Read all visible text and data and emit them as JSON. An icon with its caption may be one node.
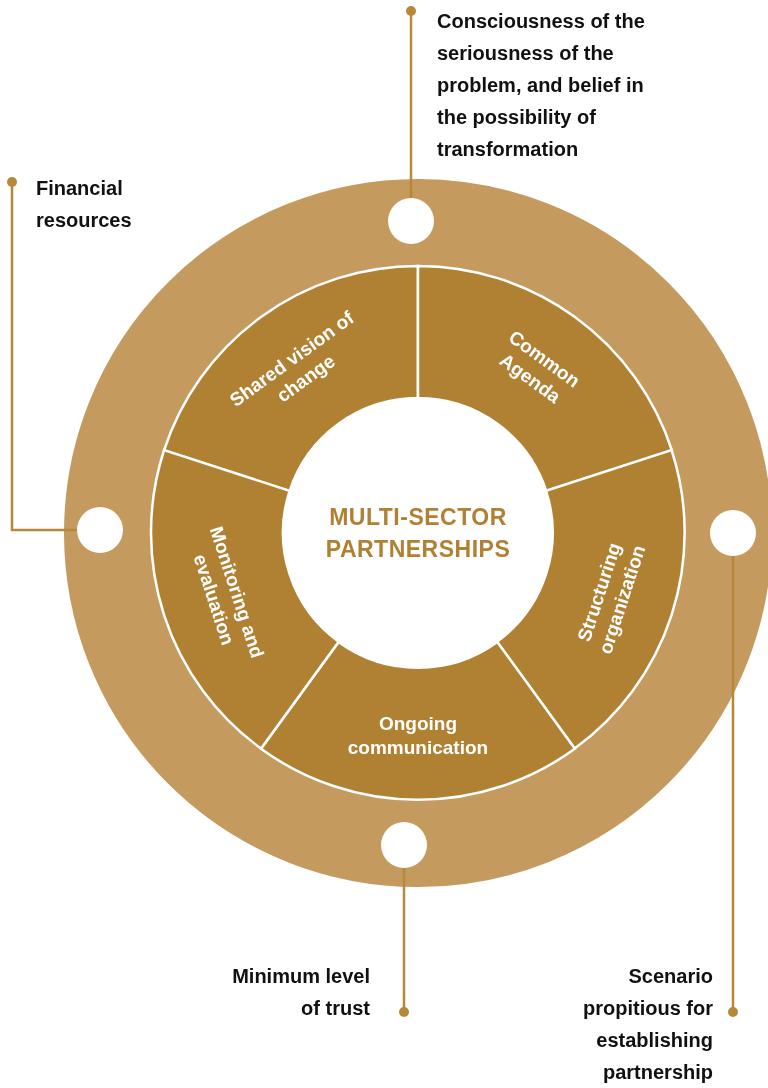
{
  "diagram": {
    "nodes": [
      {
        "text": [
          "MULTI-SECTOR PARTNERSHIPS"
        ]
      },
      {
        "text": [
          "Shared vision of change"
        ]
      },
      {
        "text": [
          "Common Agenda"
        ]
      },
      {
        "text": [
          "Structuring organization"
        ]
      },
      {
        "text": [
          "Ongoing communication"
        ]
      },
      {
        "text": [
          "Monitoring and evaluation"
        ]
      },
      {
        "text": [],
        "shape": "circle"
      },
      {
        "text": [],
        "shape": "circle"
      },
      {
        "text": [],
        "shape": "circle"
      },
      {
        "text": [],
        "shape": "circle"
      },
      {
        "text": [
          "Consciousness of the seriousness of the problem, and belief in the possibility of transformation"
        ]
      },
      {
        "text": [
          "Financial resources"
        ]
      },
      {
        "text": [
          "Minimum level of trust"
        ]
      },
      {
        "text": [
          "Scenario propitious for establishing partnership"
        ]
      }
    ],
    "edges": [
      {
        "from": 10,
        "to": 6,
        "arrow": "other"
      },
      {
        "from": 11,
        "to": 7,
        "arrow": "other"
      },
      {
        "from": 12,
        "to": 9,
        "arrow": "other"
      },
      {
        "from": 13,
        "to": 8,
        "arrow": "other"
      }
    ]
  }
}
